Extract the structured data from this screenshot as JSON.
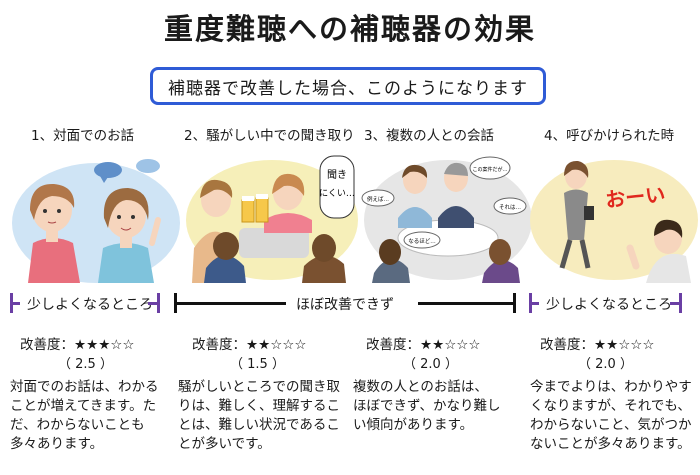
{
  "title": "重度難聴への補聴器の効果",
  "subtitle": "補聴器で改善した場合、このようになります",
  "columns": [
    {
      "heading": "1、対面でのお話",
      "rating_label": "改善度：★★★☆☆",
      "rating_value": "（ 2.5 ）",
      "description": "対面でのお話は、わかることが増えてきます。ただ、わからないことも多々あります。"
    },
    {
      "heading": "2、騒がしい中での聞き取り",
      "rating_label": "改善度：★★☆☆☆",
      "rating_value": "（ 1.5 ）",
      "description": "騒がしいところでの聞き取りは、難しく、理解することは、難しい状況であることが多いです。",
      "bubble_text": [
        "聞き",
        "にくい…"
      ]
    },
    {
      "heading": "3、複数の人との会話",
      "rating_label": "改善度：★★☆☆☆",
      "rating_value": "（ 2.0 ）",
      "description": "複数の人とのお話は、ほぼできず、かなり難しい傾向があります。",
      "bubbles": [
        "この案件だが…",
        "例えば…",
        "それは…",
        "なるほど…"
      ]
    },
    {
      "heading": "4、呼びかけられた時",
      "rating_label": "改善度：★★☆☆☆",
      "rating_value": "（ 2.0 ）",
      "description": "今までよりは、わかりやすくなりますが、それでも、わからないこと、気がつかないことが多々あります。",
      "shout": "おーい"
    }
  ],
  "outcomes": {
    "left": "少しよくなるところ",
    "middle": "ほぼ改善できず",
    "right": "少しよくなるところ"
  },
  "colors": {
    "accent_blue": "#2f5bd6",
    "bracket_purple": "#6a3fa4",
    "shout_red": "#e0281e"
  }
}
